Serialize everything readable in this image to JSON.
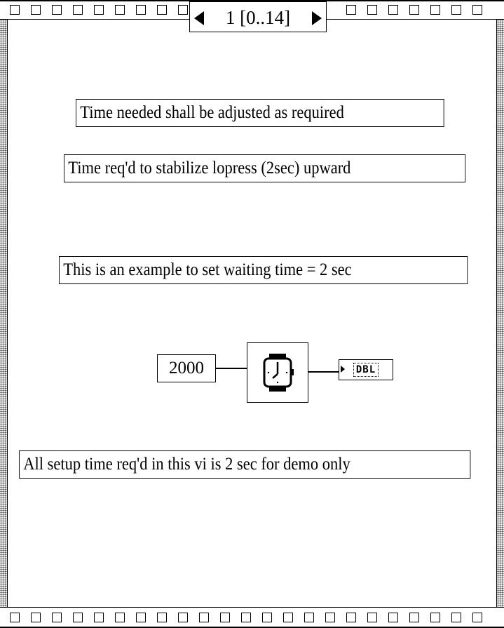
{
  "frame": {
    "selector_text": "1 [0..14]"
  },
  "labels": {
    "time_adjust": "Time needed shall be adjusted as required",
    "time_stabilize": "Time req'd to stabilize lopress  (2sec) upward",
    "example": "This is an example to set waiting time = 2 sec",
    "setup_time": "All setup time req'd in this vi is 2 sec for demo only"
  },
  "diagram": {
    "constant_value": "2000",
    "wait_icon": "watch-icon",
    "indicator_type": "DBL"
  },
  "colors": {
    "line": "#000000",
    "background": "#ffffff"
  }
}
